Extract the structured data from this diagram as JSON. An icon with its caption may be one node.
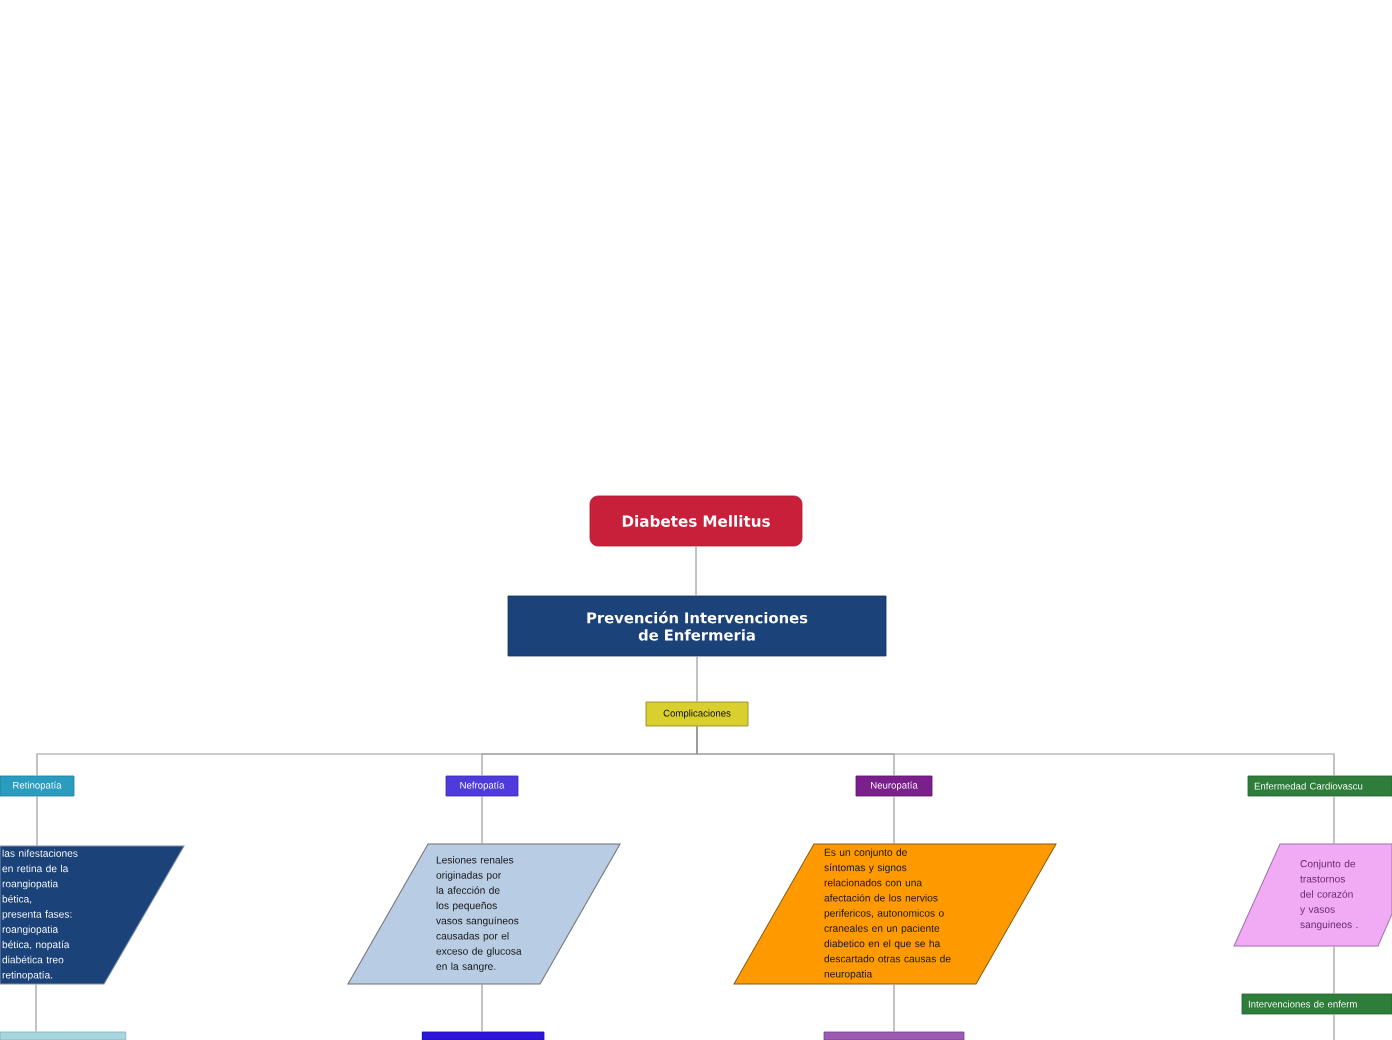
{
  "diagram": {
    "nodes": [
      {
        "text": [
          "Diabetes Mellitus"
        ]
      },
      {
        "text": [
          "Prevención Intervenciones de Enfermeria"
        ]
      },
      {
        "text": [
          "Complicaciones"
        ]
      },
      {
        "text": [
          "Retinopatía"
        ]
      },
      {
        "text": [
          "Nefropatía"
        ]
      },
      {
        "text": [
          "Neuropatía"
        ]
      },
      {
        "text": [
          "Enfermedad Cardiovascu"
        ]
      },
      {
        "text": [
          "las nifestaciones en retina de la roangiopatia bética, presenta fases: roangiopatia bética, nopatía diabética treo retinopatía."
        ]
      },
      {
        "text": [
          "Lesiones renales originadas por la afección de los pequeños vasos sanguíneos causadas por el exceso de glucosa en la sangre."
        ]
      },
      {
        "text": [
          "Es un conjunto de síntomas y signos relacionados con una afectación de los nervios perifericos, autonomicos o craneales en un paciente diabetico en el que se ha descartado otras causas de neuropatia"
        ]
      },
      {
        "text": [
          "Conjunto de trastornos del corazón y vasos sanguineos ."
        ]
      },
      {
        "text": [],
        "shape": "box"
      },
      {
        "text": [],
        "shape": "box"
      },
      {
        "text": [],
        "shape": "box"
      },
      {
        "text": [
          "Intervenciones de enferm"
        ]
      }
    ],
    "edges": [
      {
        "from": 0,
        "to": 1,
        "arrow": "none"
      },
      {
        "from": 1,
        "to": 2,
        "arrow": "none"
      },
      {
        "from": 2,
        "to": 3,
        "arrow": "none"
      },
      {
        "from": 2,
        "to": 4,
        "arrow": "none"
      },
      {
        "from": 2,
        "to": 5,
        "arrow": "none"
      },
      {
        "from": 2,
        "to": 6,
        "arrow": "none"
      },
      {
        "from": 3,
        "to": 7,
        "arrow": "none"
      },
      {
        "from": 4,
        "to": 8,
        "arrow": "none"
      },
      {
        "from": 5,
        "to": 9,
        "arrow": "none"
      },
      {
        "from": 6,
        "to": 10,
        "arrow": "none"
      },
      {
        "from": 7,
        "to": 11,
        "arrow": "none"
      },
      {
        "from": 8,
        "to": 12,
        "arrow": "none"
      },
      {
        "from": 9,
        "to": 13,
        "arrow": "none"
      },
      {
        "from": 10,
        "to": 14,
        "arrow": "none"
      },
      {
        "from": 14,
        "to": null,
        "arrow": "none"
      }
    ]
  }
}
